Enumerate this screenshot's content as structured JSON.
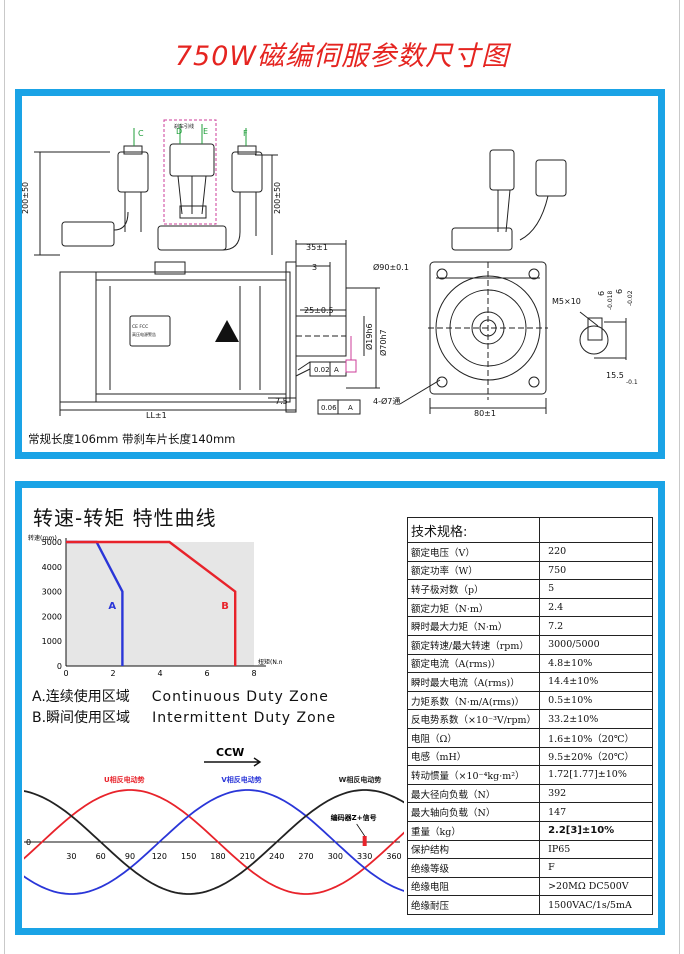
{
  "title": "750W磁编伺服参数尺寸图",
  "drawing": {
    "labels": {
      "h_left": "200±50",
      "h_right": "200±50",
      "conn_c": "C",
      "conn_d": "D",
      "conn_e": "E",
      "conn_f": "F",
      "conn_mid": "刹车引线",
      "dim_35": "35±1",
      "dim_3": "3",
      "dim_25": "25±0.5",
      "dim_19": "Ø19h6",
      "dim_70": "Ø70h7",
      "tol_1": "0.02",
      "tol_a": "A",
      "tol_2": "0.06",
      "dim_75": "7.5",
      "dim_ll": "LL±1",
      "dim_90": "Ø90±0.1",
      "holes": "4-Ø7通",
      "dim_80": "80±1",
      "thread": "M5×10",
      "key_1": "6",
      "key_1_tol": "-0.018",
      "key_2": "6",
      "key_2_tol": "-0.02",
      "key_3": "15.5",
      "key_3_tol": "-0.1",
      "label_badge": "CE FCC",
      "label_badge2": "高压电源警告"
    },
    "note": "常规长度106mm 带刹车片长度140mm"
  },
  "curve": {
    "title": "转速-转矩 特性曲线",
    "zone_a_cn": "A.连续使用区域",
    "zone_a_en": "Continuous Duty Zone",
    "zone_b_cn": "B.瞬间使用区域",
    "zone_b_en": "Intermittent Duty Zone",
    "colors": {
      "zone_a": "#2a36d8",
      "zone_b": "#e8232b"
    }
  },
  "chart_data": [
    {
      "type": "area",
      "ylabel": "转速(rpm)",
      "xlabel": "扭矩(N.m)",
      "x_ticks": [
        0,
        2,
        4,
        6,
        8
      ],
      "y_ticks": [
        0,
        1000,
        2000,
        3000,
        4000,
        5000
      ],
      "xlim": [
        0,
        8
      ],
      "ylim": [
        0,
        5000
      ],
      "grid": false,
      "series": [
        {
          "name": "A",
          "points": [
            [
              1.3,
              5000
            ],
            [
              2.4,
              3000
            ],
            [
              2.4,
              0
            ]
          ]
        },
        {
          "name": "B",
          "points": [
            [
              4.4,
              5000
            ],
            [
              7.2,
              3000
            ],
            [
              7.2,
              0
            ]
          ]
        }
      ],
      "series_labels": [
        "A",
        "B"
      ]
    },
    {
      "type": "line",
      "title": "CCW",
      "xlim": [
        0,
        360
      ],
      "x_ticks": [
        0,
        30,
        60,
        90,
        120,
        150,
        180,
        210,
        240,
        270,
        300,
        330,
        360
      ],
      "series": [
        {
          "name": "U相反电动势",
          "color": "#e8232b",
          "phase": 0
        },
        {
          "name": "V相反电动势",
          "color": "#2a36d8",
          "phase": 120
        },
        {
          "name": "W相反电动势",
          "color": "#222222",
          "phase": 240
        }
      ],
      "annotation": "编码器Z+信号",
      "annotation_x": 330
    }
  ],
  "specs": {
    "header": "技术规格:",
    "rows": [
      {
        "k": "额定电压（V）",
        "v": "220"
      },
      {
        "k": "额定功率（W）",
        "v": "750"
      },
      {
        "k": "转子极对数（p）",
        "v": "5"
      },
      {
        "k": "额定力矩（N·m）",
        "v": "2.4"
      },
      {
        "k": "瞬时最大力矩（N·m）",
        "v": "7.2"
      },
      {
        "k": "额定转速/最大转速（rpm）",
        "v": "3000/5000"
      },
      {
        "k": "额定电流（A(rms)）",
        "v": "4.8±10%"
      },
      {
        "k": "瞬时最大电流（A(rms)）",
        "v": "14.4±10%"
      },
      {
        "k": "力矩系数（N·m/A(rms)）",
        "v": "0.5±10%"
      },
      {
        "k": "反电势系数（×10⁻³V/rpm）",
        "v": "33.2±10%"
      },
      {
        "k": "电阻（Ω）",
        "v": "1.6±10%（20℃）"
      },
      {
        "k": "电感（mH）",
        "v": "9.5±20%（20℃）"
      },
      {
        "k": "转动惯量（×10⁻⁴kg·m²）",
        "v": "1.72[1.77]±10%"
      },
      {
        "k": "最大径向负载（N）",
        "v": "392"
      },
      {
        "k": "最大轴向负载（N）",
        "v": "147"
      },
      {
        "k": "重量（kg）",
        "v": "2.2[3]±10%"
      },
      {
        "k": "保护结构",
        "v": "IP65"
      },
      {
        "k": "绝缘等级",
        "v": "F"
      },
      {
        "k": "绝缘电阻",
        "v": ">20MΩ    DC500V"
      },
      {
        "k": "绝缘耐压",
        "v": "1500VAC/1s/5mA"
      }
    ]
  }
}
